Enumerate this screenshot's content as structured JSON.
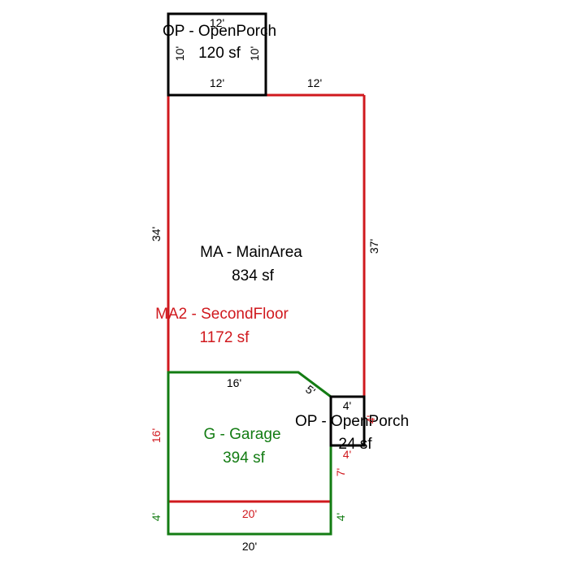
{
  "colors": {
    "black": "#000000",
    "red": "#d0191e",
    "green": "#137c13"
  },
  "areas": {
    "op_top": {
      "name": "OP - OpenPorch",
      "size": "120 sf"
    },
    "main": {
      "name": "MA - MainArea",
      "size": "834 sf"
    },
    "second": {
      "name": "MA2 - SecondFloor",
      "size": "1172 sf"
    },
    "garage": {
      "name": "G - Garage",
      "size": "394 sf"
    },
    "op_small": {
      "name": "OP - OpenPorch",
      "size": "24 sf"
    }
  },
  "dims": {
    "op_top_top": "12'",
    "op_top_left": "10'",
    "op_top_right": "10'",
    "op_top_bottom": "12'",
    "main_top_right": "12'",
    "main_left": "34'",
    "main_right": "37'",
    "garage_top": "16'",
    "garage_diag": "5'",
    "op_small_top": "4'",
    "op_small_right": "4'",
    "op_small_bottom": "4'",
    "garage_left": "16'",
    "garage_right": "7'",
    "red_bottom": "20'",
    "green_left_small": "4'",
    "green_right_small": "4'",
    "green_bottom": "20'"
  }
}
